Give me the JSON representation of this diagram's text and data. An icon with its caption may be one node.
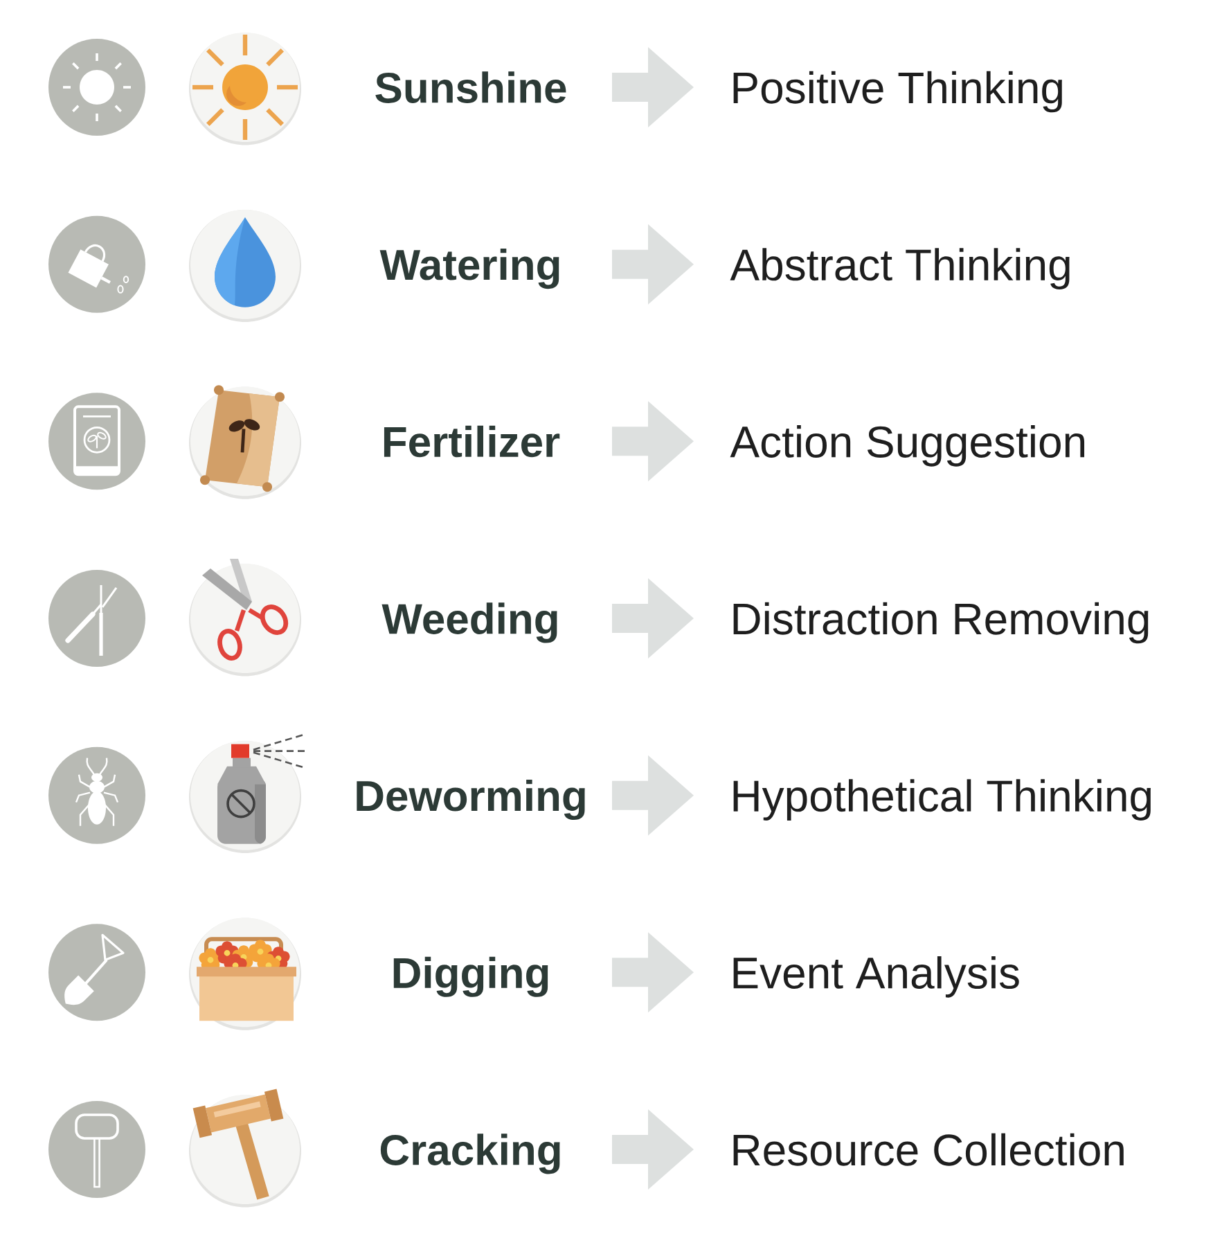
{
  "diagram": {
    "nodes": [
      {
        "text": [
          "Sunshine"
        ]
      },
      {
        "text": [
          "Positive Thinking"
        ]
      },
      {
        "text": [
          "Watering"
        ]
      },
      {
        "text": [
          "Abstract Thinking"
        ]
      },
      {
        "text": [
          "Fertilizer"
        ]
      },
      {
        "text": [
          "Action Suggestion"
        ]
      },
      {
        "text": [
          "Weeding"
        ]
      },
      {
        "text": [
          "Distraction Removing"
        ]
      },
      {
        "text": [
          "Deworming"
        ]
      },
      {
        "text": [
          "Hypothetical Thinking"
        ]
      },
      {
        "text": [
          "Digging"
        ]
      },
      {
        "text": [
          "Event Analysis"
        ]
      },
      {
        "text": [
          "Cracking"
        ]
      },
      {
        "text": [
          "Resource Collection"
        ]
      }
    ],
    "edges": [
      {
        "from": 0,
        "to": 1,
        "arrow": "to"
      },
      {
        "from": 2,
        "to": 3,
        "arrow": "to"
      },
      {
        "from": 4,
        "to": 5,
        "arrow": "to"
      },
      {
        "from": 6,
        "to": 7,
        "arrow": "to"
      },
      {
        "from": 8,
        "to": 9,
        "arrow": "to"
      },
      {
        "from": 10,
        "to": 11,
        "arrow": "to"
      },
      {
        "from": 12,
        "to": 13,
        "arrow": "to"
      }
    ]
  }
}
